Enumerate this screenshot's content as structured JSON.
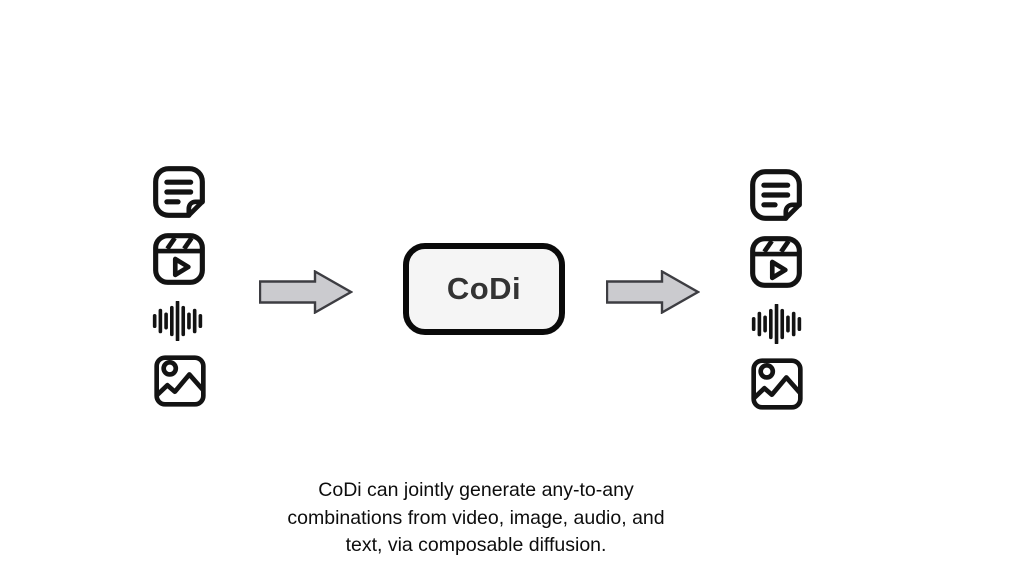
{
  "center_box": {
    "label": "CoDi"
  },
  "caption": {
    "line1": "CoDi can jointly generate any-to-any",
    "line2": "combinations from video, image, audio, and",
    "line3": "text, via composable diffusion.",
    "full_text": "CoDi can jointly generate any-to-any combinations from video, image, audio, and text, via composable diffusion."
  },
  "modality_icons": {
    "left": [
      "document-text-icon",
      "video-reel-icon",
      "audio-waveform-icon",
      "photo-image-icon"
    ],
    "right": [
      "document-text-icon",
      "video-reel-icon",
      "audio-waveform-icon",
      "photo-image-icon"
    ]
  },
  "arrows": [
    "input-arrow",
    "output-arrow"
  ],
  "colors": {
    "background": "#ffffff",
    "box_fill": "#f5f5f5",
    "box_border": "#0a0a0a",
    "box_text": "#333333",
    "arrow_fill": "#cbcbcf",
    "arrow_stroke": "#3d3d42",
    "icon_stroke": "#131313",
    "caption_text": "#0d0d0d"
  }
}
